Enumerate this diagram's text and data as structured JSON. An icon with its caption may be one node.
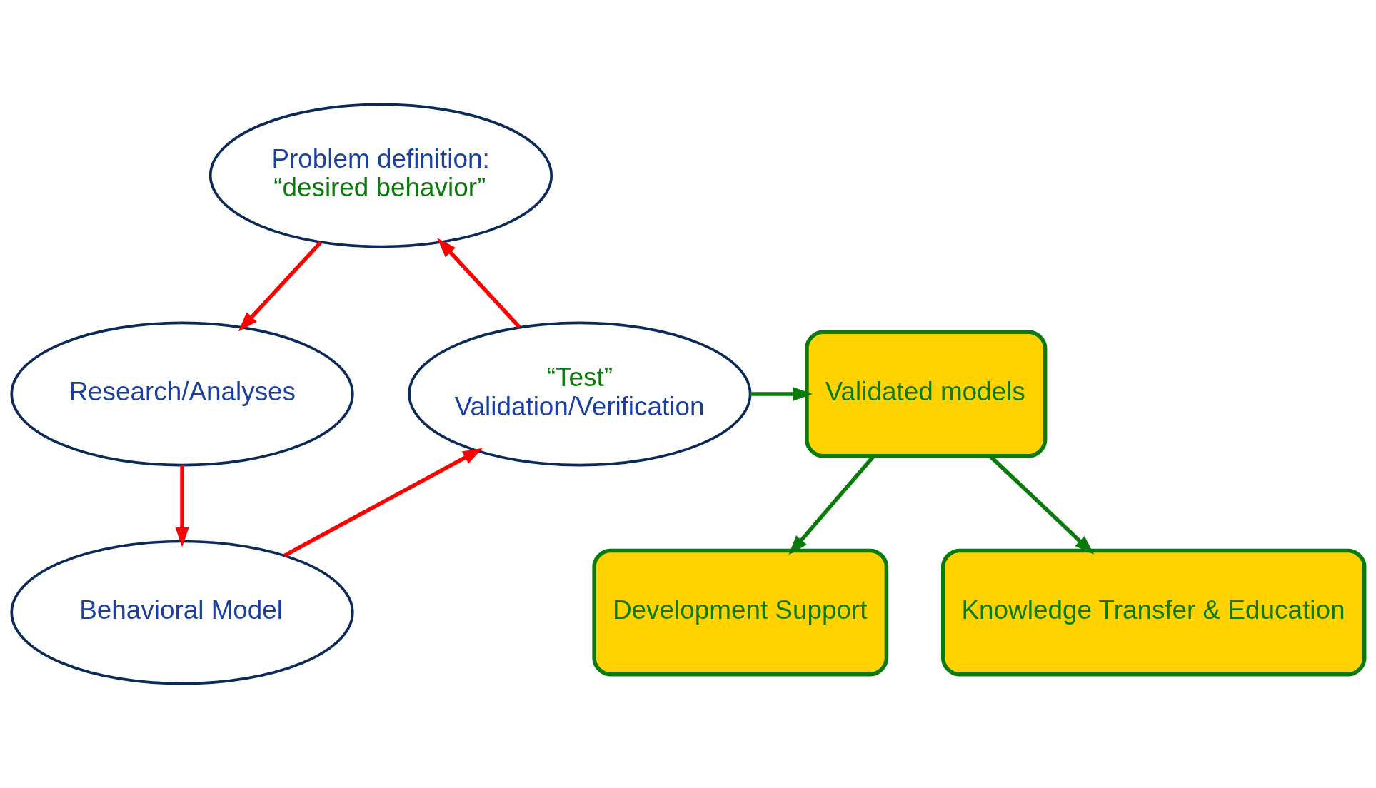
{
  "diagram": {
    "nodes": [
      {
        "text": [
          "Problem definition:",
          "“desired behavior”"
        ]
      },
      {
        "text": [
          "Research/Analyses"
        ]
      },
      {
        "text": [
          "Behavioral Model"
        ]
      },
      {
        "text": [
          "“Test”",
          "Validation/Verification"
        ]
      },
      {
        "text": [
          "Validated models"
        ]
      },
      {
        "text": [
          "Development Support"
        ]
      },
      {
        "text": [
          "Knowledge Transfer & Education"
        ]
      }
    ],
    "edges": [
      {
        "from": 0,
        "to": 1,
        "arrow": "to"
      },
      {
        "from": 1,
        "to": 2,
        "arrow": "to"
      },
      {
        "from": 2,
        "to": 3,
        "arrow": "to"
      },
      {
        "from": 3,
        "to": 0,
        "arrow": "to"
      },
      {
        "from": 3,
        "to": 4,
        "arrow": "to",
        "color": "#0a7a0a"
      },
      {
        "from": 4,
        "to": 5,
        "arrow": "to",
        "color": "#0a7a0a"
      },
      {
        "from": 4,
        "to": 6,
        "arrow": "to",
        "color": "#0a7a0a"
      }
    ]
  }
}
